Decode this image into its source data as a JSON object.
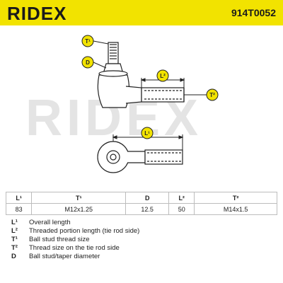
{
  "header": {
    "brand": "RIDEX",
    "part_number": "914T0052"
  },
  "watermark": "RIDEX",
  "drawing": {
    "labels": {
      "t1": "T¹",
      "d": "D",
      "l2": "L²",
      "t2": "T²",
      "l1": "L¹"
    }
  },
  "table": {
    "headers": [
      "L¹",
      "T¹",
      "D",
      "L²",
      "T²"
    ],
    "values": [
      "83",
      "M12x1.25",
      "12.5",
      "50",
      "M14x1.5"
    ]
  },
  "legend": [
    {
      "key": "L¹",
      "desc": "Overall length"
    },
    {
      "key": "L²",
      "desc": "Threaded portion length (tie rod side)"
    },
    {
      "key": "T¹",
      "desc": "Ball stud thread size"
    },
    {
      "key": "T²",
      "desc": "Thread size on the tie rod side"
    },
    {
      "key": "D",
      "desc": "Ball stud/taper diameter"
    }
  ],
  "colors": {
    "header_bg": "#f2e300",
    "label_bg": "#f2e300",
    "line": "#222222",
    "watermark": "#e4e4e4"
  }
}
